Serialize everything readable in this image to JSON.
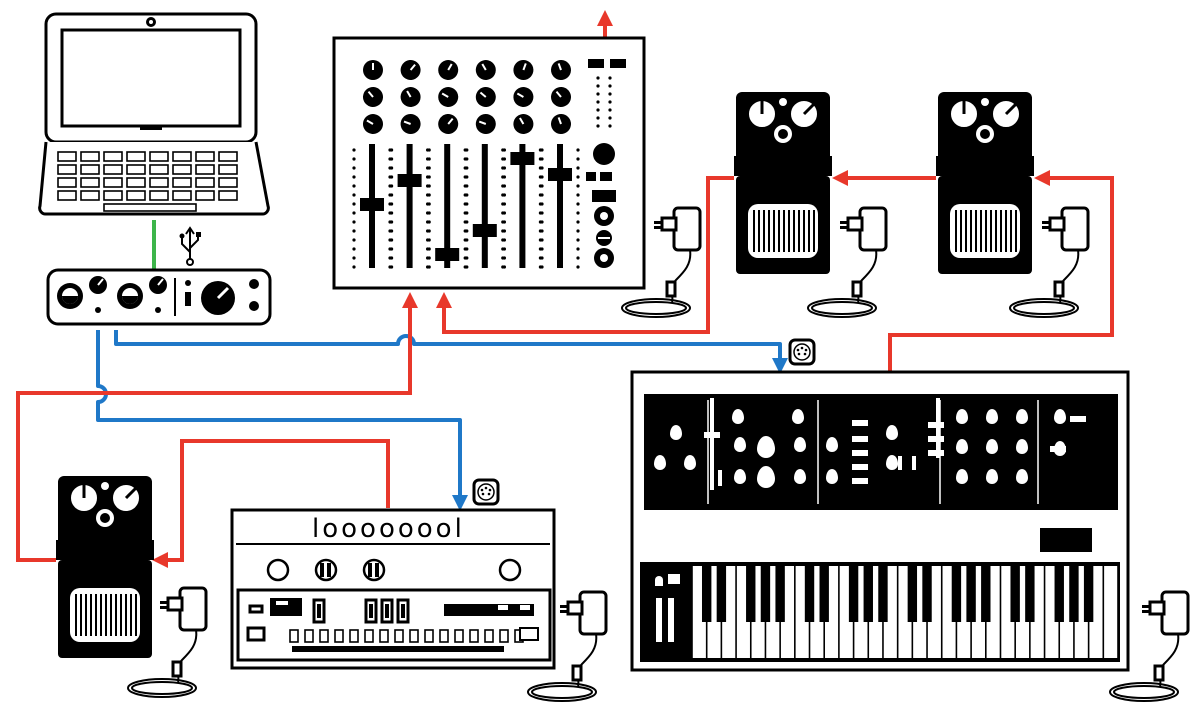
{
  "colors": {
    "audio": "#e8382b",
    "midi": "#1f78c8",
    "usb": "#3db54a",
    "ink": "#000000",
    "paper": "#ffffff"
  },
  "devices": {
    "laptop": "laptop",
    "audio_interface": "audio-interface",
    "mixer": "mixer",
    "pedal_top_middle": "effects-pedal",
    "pedal_top_right": "effects-pedal",
    "pedal_bottom_left": "effects-pedal",
    "drum_machine": "drum-machine",
    "synthesizer": "synthesizer"
  },
  "drum_machine_label": "loooooool",
  "icons": [
    "usb-icon",
    "midi-port-icon",
    "power-adapter-icon"
  ],
  "connections": [
    {
      "from": "laptop",
      "to": "audio-interface",
      "type": "usb"
    },
    {
      "from": "audio-interface",
      "to": "synthesizer",
      "type": "midi"
    },
    {
      "from": "audio-interface",
      "to": "drum-machine",
      "type": "midi"
    },
    {
      "from": "synthesizer",
      "to": "pedal-top-right",
      "type": "audio"
    },
    {
      "from": "pedal-top-right",
      "to": "pedal-top-middle",
      "type": "audio"
    },
    {
      "from": "pedal-top-middle",
      "to": "mixer",
      "type": "audio"
    },
    {
      "from": "drum-machine",
      "to": "pedal-bottom-left",
      "type": "audio"
    },
    {
      "from": "pedal-bottom-left",
      "to": "mixer",
      "type": "audio"
    },
    {
      "from": "mixer",
      "to": "output",
      "type": "audio"
    }
  ]
}
